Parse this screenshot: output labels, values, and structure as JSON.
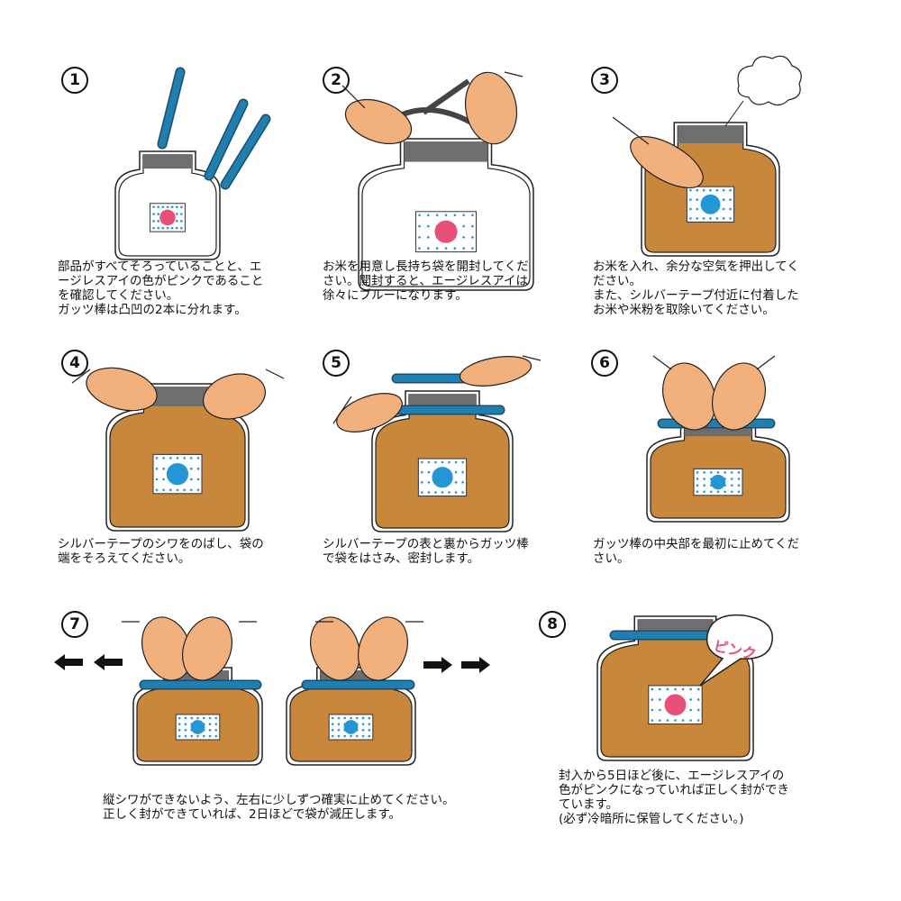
{
  "steps": [
    {
      "number": "1",
      "text": "部品がすべてそろっていることと、エ\nージレスアイの色がピンクであること\nを確認してください。\nガッツ棒は凸凹の2本に分れます。"
    },
    {
      "number": "2",
      "text": "お米を用意し長持ち袋を開封してくだ\nさい。開封すると、エージレスアイは\n徐々にブルーになります。"
    },
    {
      "number": "3",
      "text": "お米を入れ、余分な空気を押出してく\nださい。\nまた、シルバーテープ付近に付着した\nお米や米粉を取除いてください。"
    },
    {
      "number": "4",
      "text": "シルバーテープのシワをのばし、袋の\n端をそろえてください。"
    },
    {
      "number": "5",
      "text": "シルバーテープの表と裏からガッツ棒\nで袋をはさみ、密封します。"
    },
    {
      "number": "6",
      "text": "ガッツ棒の中央部を最初に止めてくだ\nさい。"
    },
    {
      "number": "7",
      "text": "縦シワができないよう、左右に少しずつ確実に止めてください。\n正しく封ができていれば、2日ほどで袋が減圧します。"
    },
    {
      "number": "8",
      "text": "封入から5日ほど後に、エージレスアイの\n色がピンクになっていれば正しく封ができ\nています。\n(必ず冷暗所に保管してください。)",
      "bubble": "ピンク"
    }
  ],
  "colors": {
    "rice": "#c9873c",
    "stick": "#1f7fb0",
    "tape": "#6e6e6e",
    "skin": "#f2b07c",
    "pink": "#e8507a",
    "eye_blue": "#2496d6"
  }
}
